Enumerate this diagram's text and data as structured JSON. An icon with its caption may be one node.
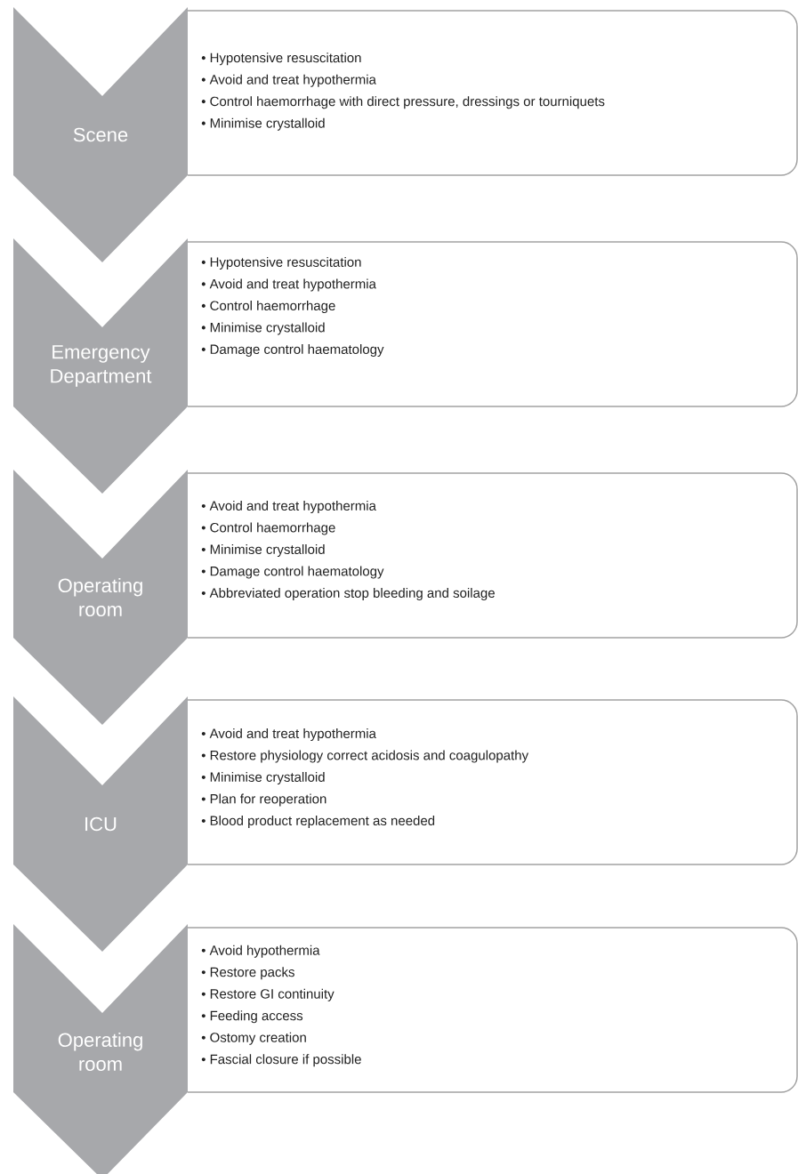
{
  "diagram": {
    "nodes": [
      {
        "text": [
          "Scene"
        ]
      },
      {
        "text": [
          "• Hypotensive resuscitation",
          "• Avoid and treat hypothermia",
          "• Control haemorrhage with direct pressure, dressings or tourniquets",
          "• Minimise crystalloid"
        ]
      },
      {
        "text": [
          "Emergency Department"
        ]
      },
      {
        "text": [
          "• Hypotensive resuscitation",
          "• Avoid and treat hypothermia",
          "• Control haemorrhage",
          "• Minimise crystalloid",
          "• Damage control haematology"
        ]
      },
      {
        "text": [
          "Operating room"
        ]
      },
      {
        "text": [
          "• Avoid and treat hypothermia",
          "• Control haemorrhage",
          "• Minimise crystalloid",
          "• Damage control haematology",
          "• Abbreviated operation stop bleeding and soilage"
        ]
      },
      {
        "text": [
          "ICU"
        ]
      },
      {
        "text": [
          "• Avoid and treat hypothermia",
          "• Restore physiology correct acidosis and coagulopathy",
          "• Minimise crystalloid",
          "• Plan for reoperation",
          "• Blood product replacement as needed"
        ]
      },
      {
        "text": [
          "Operating room"
        ]
      },
      {
        "text": [
          "• Avoid hypothermia",
          "• Restore packs",
          "• Restore GI continuity",
          "• Feeding access",
          "• Ostomy creation",
          "• Fascial closure if possible"
        ]
      }
    ]
  }
}
